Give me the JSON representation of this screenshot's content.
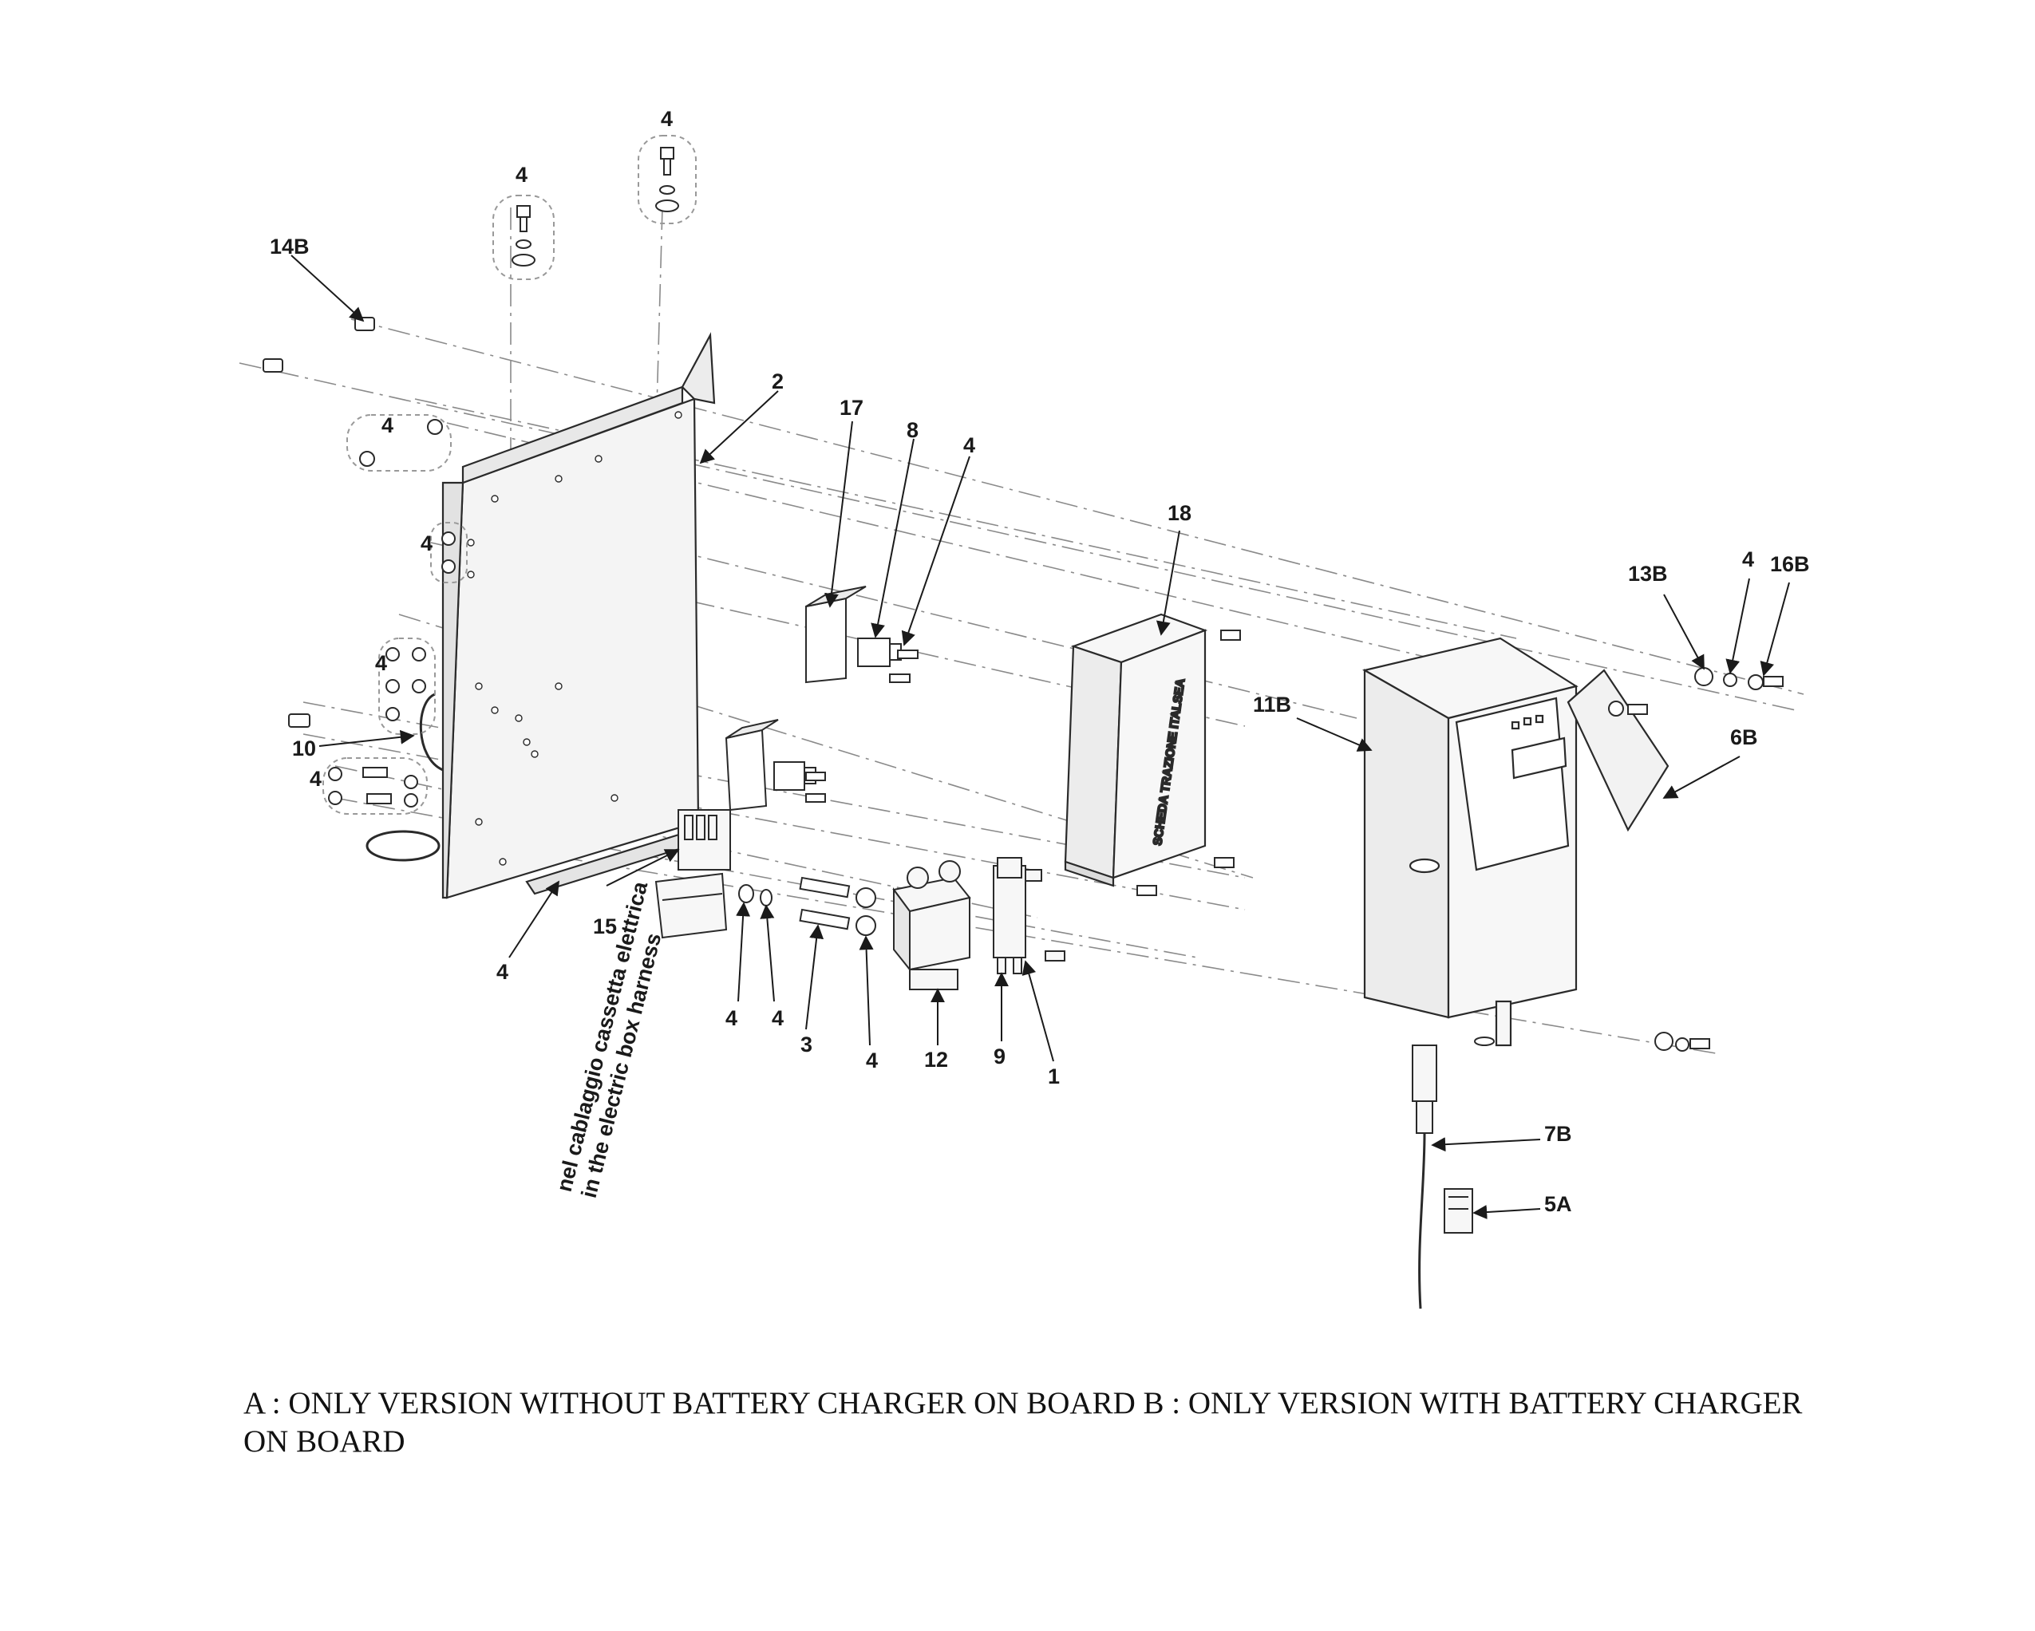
{
  "diagram": {
    "callouts": [
      "14B",
      "4",
      "4",
      "4",
      "2",
      "17",
      "8",
      "4",
      "4",
      "4",
      "18",
      "4",
      "10",
      "4",
      "15",
      "4",
      "4",
      "4",
      "3",
      "4",
      "12",
      "9",
      "1",
      "11B",
      "13B",
      "4",
      "16B",
      "6B",
      "7B",
      "5A"
    ],
    "harness_note": [
      "nel cablaggio cassetta elettrica",
      "in the electric box harness"
    ],
    "board_label": "SCHEDA TRAZIONE ITALSEA"
  },
  "caption": "A : ONLY VERSION WITHOUT BATTERY CHARGER ON BOARD B : ONLY VERSION WITH BATTERY CHARGER ON BOARD",
  "colors": {
    "line": "#2a2a2a",
    "dash": "#8a8a8a",
    "fill": "#f4f4f4"
  }
}
